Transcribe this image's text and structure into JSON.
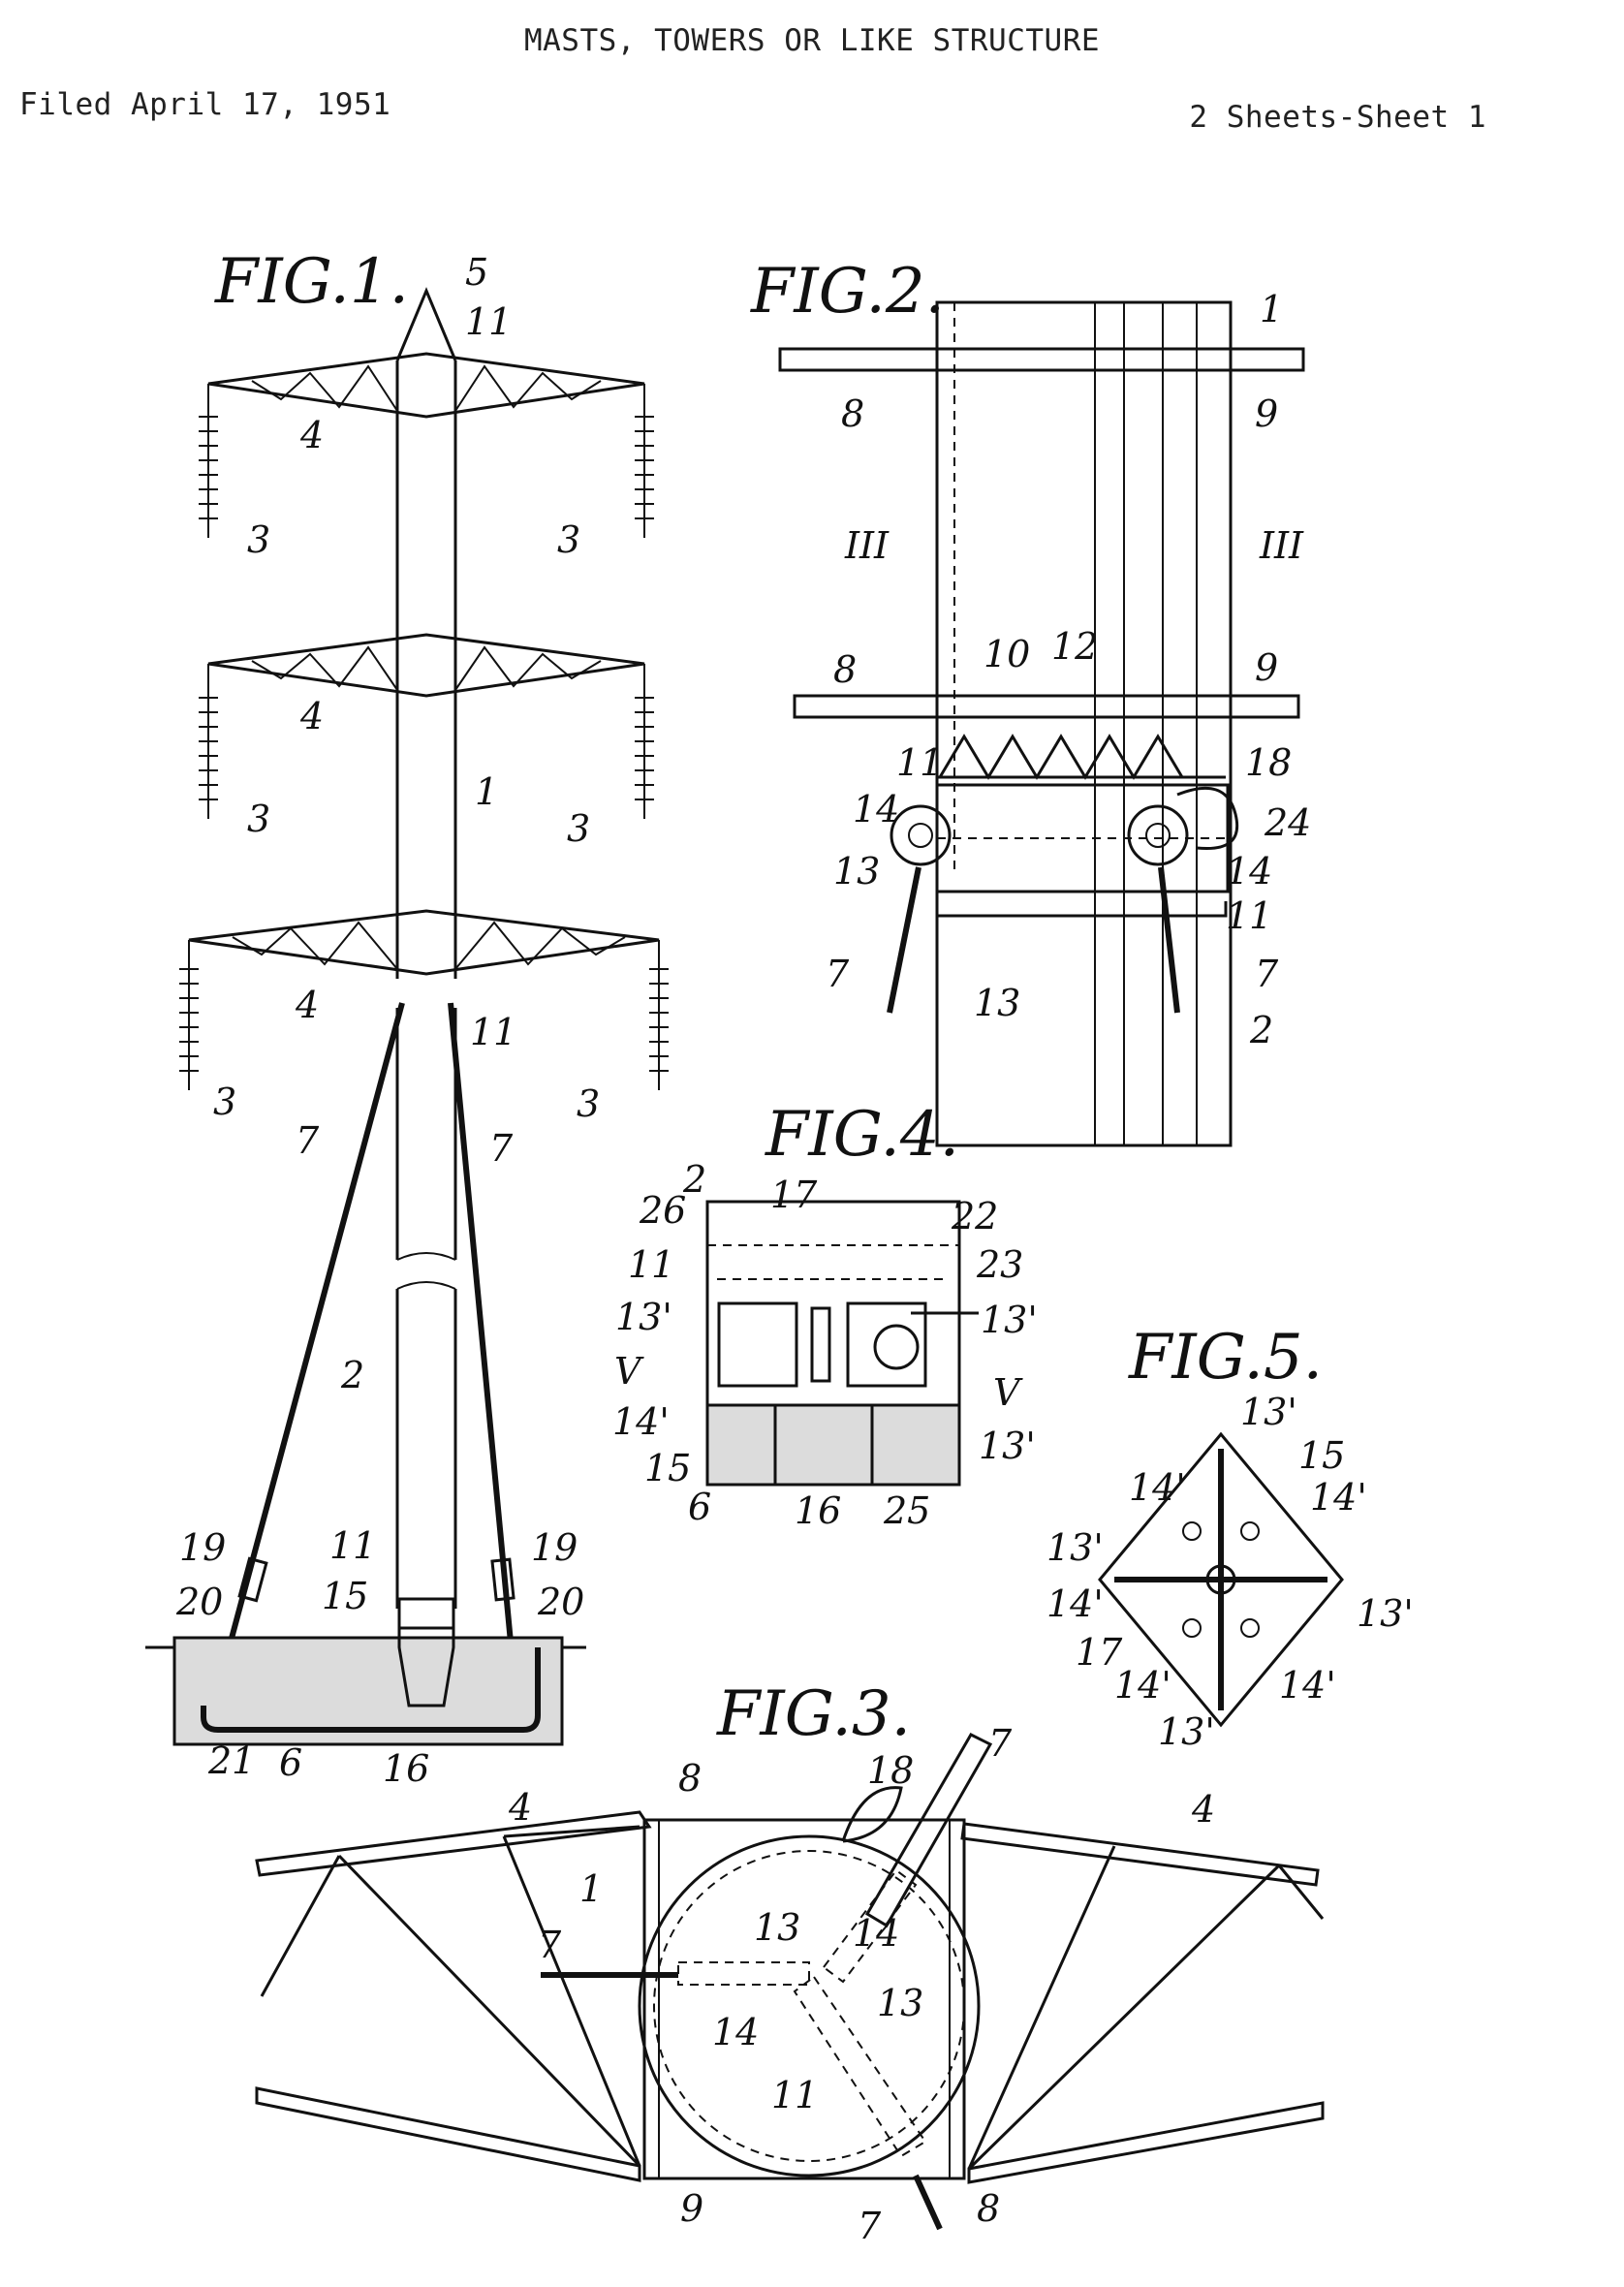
{
  "header": {
    "title": "MASTS, TOWERS OR LIKE STRUCTURE",
    "filed": "Filed April 17, 1951",
    "sheets": "2 Sheets-Sheet 1"
  },
  "figures": {
    "fig1": "FIG.1.",
    "fig2": "FIG.2.",
    "fig3": "FIG.3.",
    "fig4": "FIG.4.",
    "fig5": "FIG.5."
  },
  "refs": {
    "r1": "1",
    "r2": "2",
    "r3": "3",
    "r4": "4",
    "r5": "5",
    "r6": "6",
    "r7": "7",
    "r8": "8",
    "r9": "9",
    "r10": "10",
    "r11": "11",
    "r12": "12",
    "r13": "13",
    "r14": "14",
    "r15": "15",
    "r16": "16",
    "r17": "17",
    "r18": "18",
    "r19": "19",
    "r20": "20",
    "r21": "21",
    "r22": "22",
    "r23": "23",
    "r24": "24",
    "r25": "25",
    "r26": "26",
    "r13p": "13'",
    "r14p": "14'",
    "sec3": "III",
    "sec5": "V"
  }
}
